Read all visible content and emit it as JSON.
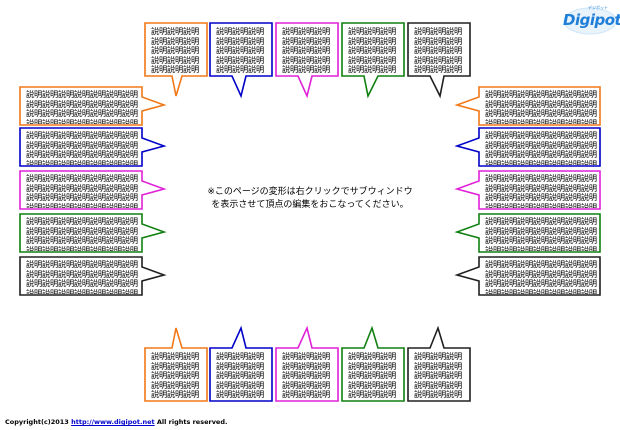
{
  "bubble_text": "説明説明説明説明説明説明説明説明説明説明説明説明説明説明説明説明説明説明説明説明説明説明説明説明説明説明説明説明説明説明説明説明説明説明説明説明",
  "center_note": {
    "line1": "※このページの変形は右クリックでサブウィンドウ",
    "line2": "を表示させて頂点の編集をおこなってください。"
  },
  "copyright": {
    "prefix": "Copyright(c)2013",
    "url": "http://www.digipot.net",
    "suffix": "All rights reserved."
  },
  "logo": {
    "text": "Digipot",
    "subtext": "デジポット"
  },
  "colors": {
    "orange": "#f07818",
    "blue": "#0000c8",
    "magenta": "#e020d8",
    "green": "#108010",
    "black": "#202020"
  },
  "groups": {
    "top": [
      "orange",
      "blue",
      "magenta",
      "green",
      "black"
    ],
    "left": [
      "orange",
      "blue",
      "magenta",
      "green",
      "black"
    ],
    "right": [
      "orange",
      "blue",
      "magenta",
      "green",
      "black"
    ],
    "bottom": [
      "orange",
      "blue",
      "magenta",
      "green",
      "black"
    ]
  }
}
